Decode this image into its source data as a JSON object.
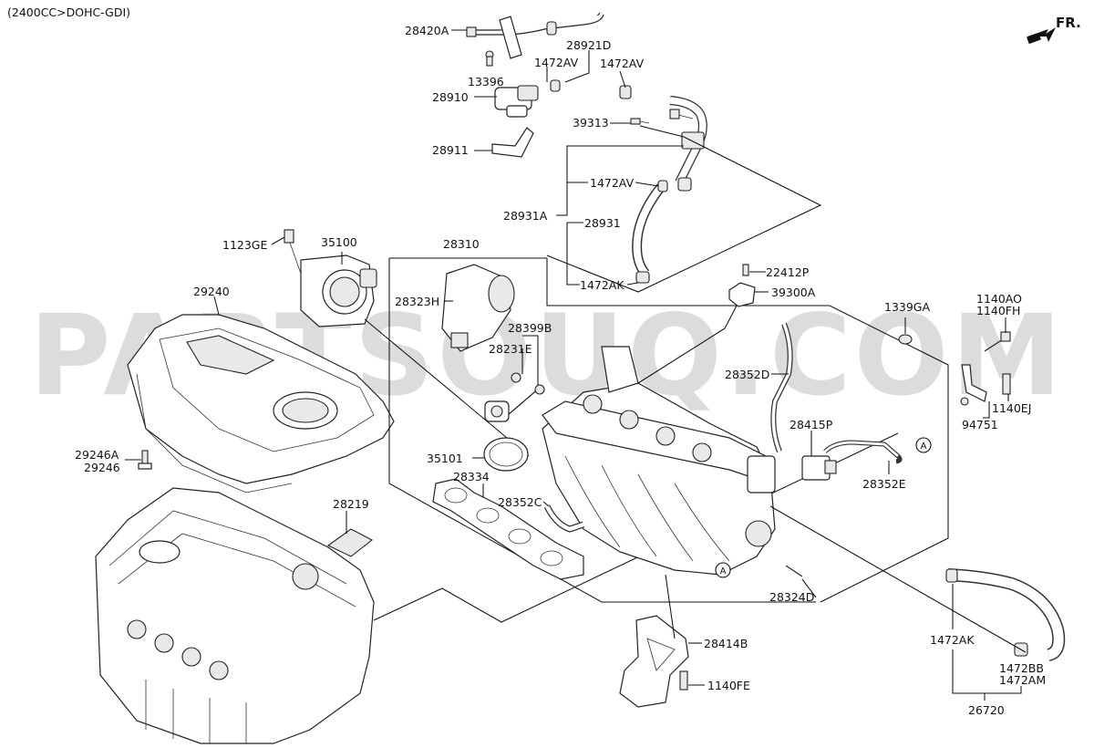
{
  "header": {
    "engine_spec": "(2400CC>DOHC-GDI)",
    "direction": "FR."
  },
  "watermark": "PARTSOUQ.COM",
  "callouts": [
    "A",
    "A"
  ],
  "parts": [
    "28420A",
    "28921D",
    "13396",
    "1472AV",
    "1472AV",
    "28910",
    "39313",
    "28911",
    "1472AV",
    "28931A",
    "28931",
    "1472AK",
    "1123GE",
    "35100",
    "28310",
    "22412P",
    "39300A",
    "29240",
    "28323H",
    "28399B",
    "28231E",
    "1339GA",
    "1140AO",
    "1140FH",
    "28352D",
    "1140EJ",
    "94751",
    "28415P",
    "35101",
    "28352E",
    "29246A",
    "29246",
    "28334",
    "28352C",
    "28219",
    "28324D",
    "1472AK",
    "28414B",
    "1472BB",
    "1472AM",
    "1140FE",
    "26720"
  ]
}
